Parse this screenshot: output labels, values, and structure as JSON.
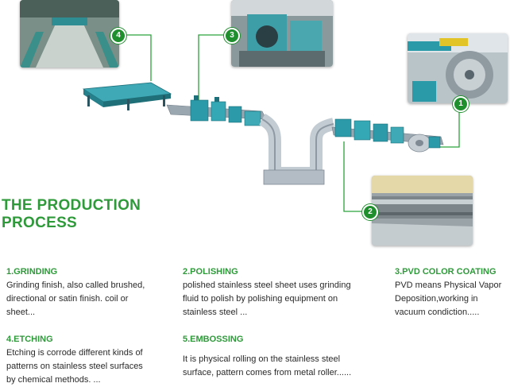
{
  "title_lines": [
    "THE PRODUCTION",
    "PROCESS"
  ],
  "colors": {
    "accent": "#2e9a3a",
    "badge": "#1f8f2e",
    "machine": "#2c9aa8",
    "steel": "#9aa6b0"
  },
  "callouts": [
    {
      "number": "4",
      "photo": "grinding line interior"
    },
    {
      "number": "3",
      "photo": "polishing machine"
    },
    {
      "number": "1",
      "photo": "pvd coating coil"
    },
    {
      "number": "2",
      "photo": "steel roller"
    }
  ],
  "steps": [
    {
      "heading": "1.GRINDING",
      "text": "Grinding finish, also called brushed,\ndirectional or satin finish. coil or\nsheet..."
    },
    {
      "heading": "2.POLISHING",
      "text": "polished stainless steel sheet uses grinding\nfluid to polish by polishing equipment on\nstainless steel ..."
    },
    {
      "heading": "3.PVD COLOR COATING",
      "text": "PVD means Physical Vapor\nDeposition,working in\nvacuum condiction....."
    },
    {
      "heading": "4.ETCHING",
      "text": "Etching is corrode different kinds of\npatterns on stainless steel surfaces\nby chemical methods. ..."
    },
    {
      "heading": "5.EMBOSSING",
      "text": "It is physical rolling on the stainless steel\nsurface, pattern comes from metal roller......"
    }
  ]
}
